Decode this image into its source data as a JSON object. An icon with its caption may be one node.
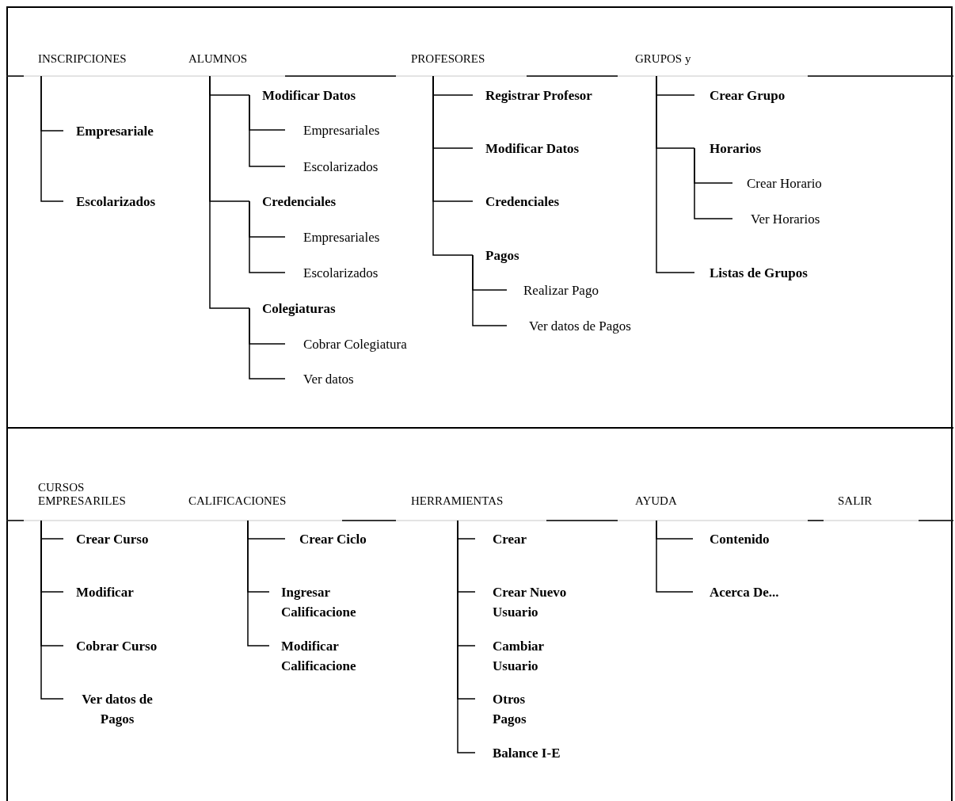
{
  "diagram": {
    "nodes": [
      {
        "text": [
          "INSCRIPCIONES"
        ]
      },
      {
        "text": [
          "Empresariale"
        ]
      },
      {
        "text": [
          "Escolarizados"
        ]
      },
      {
        "text": [
          "ALUMNOS"
        ]
      },
      {
        "text": [
          "Modificar Datos"
        ]
      },
      {
        "text": [
          "Empresariales"
        ]
      },
      {
        "text": [
          "Escolarizados"
        ]
      },
      {
        "text": [
          "Credenciales"
        ]
      },
      {
        "text": [
          "Empresariales"
        ]
      },
      {
        "text": [
          "Escolarizados"
        ]
      },
      {
        "text": [
          "Colegiaturas"
        ]
      },
      {
        "text": [
          "Cobrar Colegiatura"
        ]
      },
      {
        "text": [
          "Ver datos"
        ]
      },
      {
        "text": [
          "PROFESORES"
        ]
      },
      {
        "text": [
          "Registrar Profesor"
        ]
      },
      {
        "text": [
          "Modificar Datos"
        ]
      },
      {
        "text": [
          "Credenciales"
        ]
      },
      {
        "text": [
          "Pagos"
        ]
      },
      {
        "text": [
          "Realizar Pago"
        ]
      },
      {
        "text": [
          "Ver datos de Pagos"
        ]
      },
      {
        "text": [
          "GRUPOS y"
        ]
      },
      {
        "text": [
          "Crear Grupo"
        ]
      },
      {
        "text": [
          "Horarios"
        ]
      },
      {
        "text": [
          "Crear Horario"
        ]
      },
      {
        "text": [
          "Ver Horarios"
        ]
      },
      {
        "text": [
          "Listas de Grupos"
        ]
      },
      {
        "text": [
          "CURSOS EMPRESARILES"
        ]
      },
      {
        "text": [
          "Crear Curso"
        ]
      },
      {
        "text": [
          "Modificar"
        ]
      },
      {
        "text": [
          "Cobrar Curso"
        ]
      },
      {
        "text": [
          "Ver datos de Pagos"
        ]
      },
      {
        "text": [
          "CALIFICACIONES"
        ]
      },
      {
        "text": [
          "Crear Ciclo"
        ]
      },
      {
        "text": [
          "Ingresar Calificacione"
        ]
      },
      {
        "text": [
          "Modificar Calificacione"
        ]
      },
      {
        "text": [
          "HERRAMIENTAS"
        ]
      },
      {
        "text": [
          "Crear"
        ]
      },
      {
        "text": [
          "Crear Nuevo Usuario"
        ]
      },
      {
        "text": [
          "Cambiar Usuario"
        ]
      },
      {
        "text": [
          "Otros Pagos"
        ]
      },
      {
        "text": [
          "Balance I-E"
        ]
      },
      {
        "text": [
          "AYUDA"
        ]
      },
      {
        "text": [
          "Contenido"
        ]
      },
      {
        "text": [
          "Acerca De..."
        ]
      },
      {
        "text": [
          "SALIR"
        ]
      }
    ],
    "edges": [
      {
        "from": 0,
        "to": 1,
        "arrow": "none"
      },
      {
        "from": 0,
        "to": 2,
        "arrow": "none"
      },
      {
        "from": 3,
        "to": 4,
        "arrow": "none"
      },
      {
        "from": 4,
        "to": 5,
        "arrow": "none"
      },
      {
        "from": 4,
        "to": 6,
        "arrow": "none"
      },
      {
        "from": 3,
        "to": 7,
        "arrow": "none"
      },
      {
        "from": 7,
        "to": 8,
        "arrow": "none"
      },
      {
        "from": 7,
        "to": 9,
        "arrow": "none"
      },
      {
        "from": 3,
        "to": 10,
        "arrow": "none"
      },
      {
        "from": 10,
        "to": 11,
        "arrow": "none"
      },
      {
        "from": 10,
        "to": 12,
        "arrow": "none"
      },
      {
        "from": 13,
        "to": 14,
        "arrow": "none"
      },
      {
        "from": 13,
        "to": 15,
        "arrow": "none"
      },
      {
        "from": 13,
        "to": 16,
        "arrow": "none"
      },
      {
        "from": 13,
        "to": 17,
        "arrow": "none"
      },
      {
        "from": 17,
        "to": 18,
        "arrow": "none"
      },
      {
        "from": 17,
        "to": 19,
        "arrow": "none"
      },
      {
        "from": 20,
        "to": 21,
        "arrow": "none"
      },
      {
        "from": 20,
        "to": 22,
        "arrow": "none"
      },
      {
        "from": 22,
        "to": 23,
        "arrow": "none"
      },
      {
        "from": 22,
        "to": 24,
        "arrow": "none"
      },
      {
        "from": 20,
        "to": 25,
        "arrow": "none"
      },
      {
        "from": 26,
        "to": 27,
        "arrow": "none"
      },
      {
        "from": 26,
        "to": 28,
        "arrow": "none"
      },
      {
        "from": 26,
        "to": 29,
        "arrow": "none"
      },
      {
        "from": 26,
        "to": 30,
        "arrow": "none"
      },
      {
        "from": 31,
        "to": 32,
        "arrow": "none"
      },
      {
        "from": 31,
        "to": 33,
        "arrow": "none"
      },
      {
        "from": 31,
        "to": 34,
        "arrow": "none"
      },
      {
        "from": 35,
        "to": 36,
        "arrow": "none"
      },
      {
        "from": 35,
        "to": 37,
        "arrow": "none"
      },
      {
        "from": 35,
        "to": 38,
        "arrow": "none"
      },
      {
        "from": 35,
        "to": 39,
        "arrow": "none"
      },
      {
        "from": 35,
        "to": 40,
        "arrow": "none"
      },
      {
        "from": 41,
        "to": 42,
        "arrow": "none"
      },
      {
        "from": 41,
        "to": 43,
        "arrow": "none"
      }
    ]
  }
}
